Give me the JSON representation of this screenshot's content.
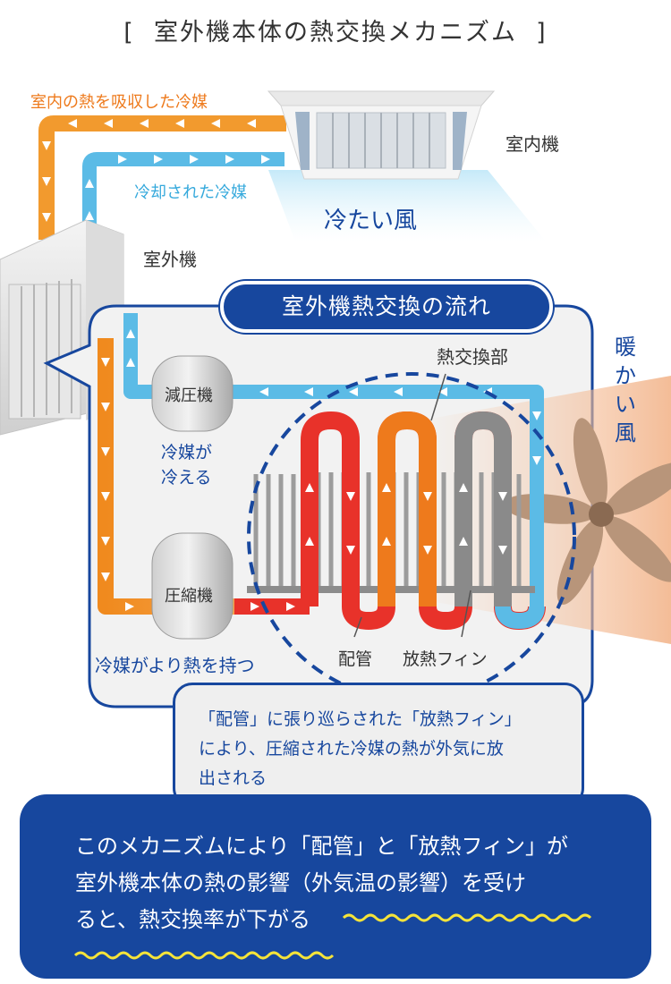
{
  "title": "[  室外機本体の熱交換メカニズム  ]",
  "labels": {
    "absorbed_refrigerant": "室内の熱を吸収した冷媒",
    "cooled_refrigerant": "冷却された冷媒",
    "indoor_unit": "室内機",
    "cold_air": "冷たい風",
    "outdoor_unit": "室外機",
    "flow_title": "室外機熱交換の流れ",
    "warm_air": "暖かい風",
    "heat_exchanger": "熱交換部",
    "decompressor": "減圧機",
    "refrigerant_cools": "冷媒が\n冷える",
    "refrigerant_cools_line1": "冷媒が",
    "refrigerant_cools_line2": "冷える",
    "compressor": "圧縮機",
    "refrigerant_hot": "冷媒がより熱を持つ",
    "pipe": "配管",
    "fins": "放熱フィン"
  },
  "note": {
    "line1": "「配管」に張り巡らされた「放熱フィン」",
    "line2": "により、圧縮された冷媒の熱が外気に放",
    "line3": "出される"
  },
  "bottom": {
    "line1": "このメカニズムにより「配管」と「放熱フィン」が",
    "line2": "室外機本体の熱の影響（外気温の影響）を受け",
    "line3": "ると、熱交換率が下がる"
  },
  "colors": {
    "navy": "#17479e",
    "orange": "#ee7a1c",
    "cyan": "#35a9dc",
    "red": "#e8322a",
    "underline": "#f5e43a"
  },
  "icons": [
    "indoor-unit-icon",
    "outdoor-unit-icon",
    "fan-icon",
    "arrow-icon"
  ]
}
